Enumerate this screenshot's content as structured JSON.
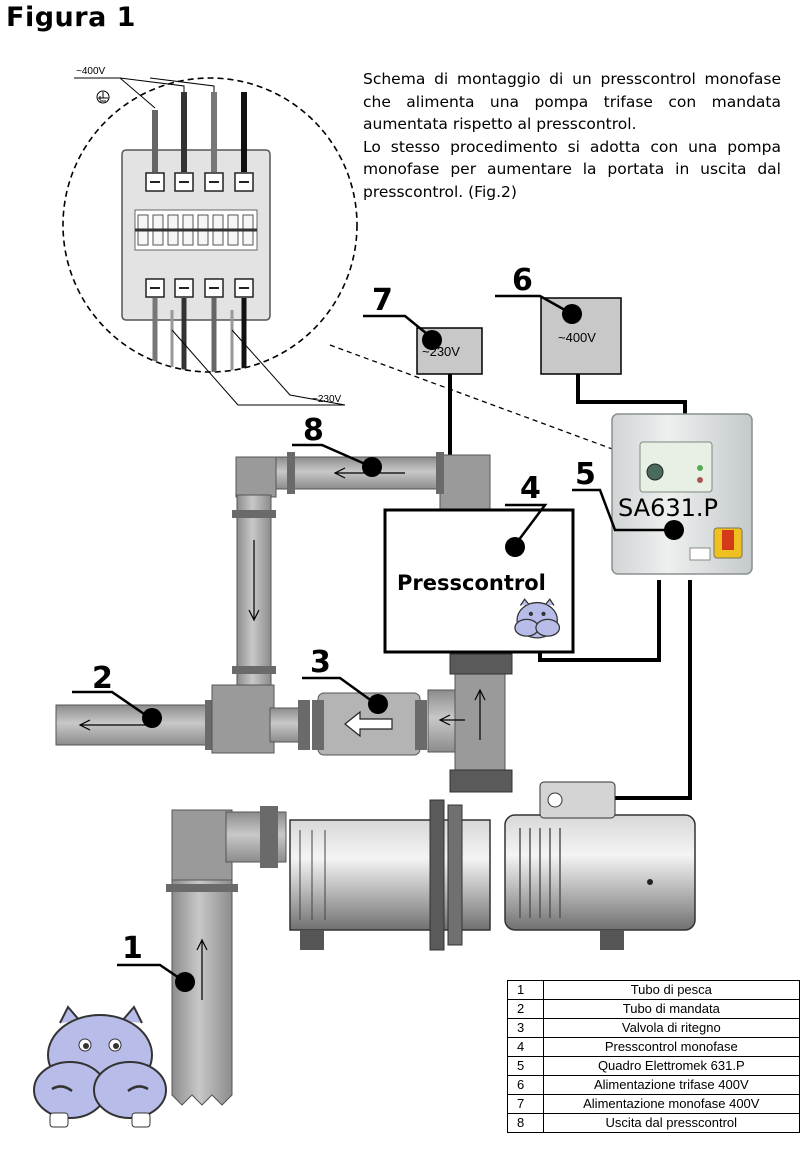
{
  "figure_title": "Figura 1",
  "description": {
    "paragraph_1": "Schema di montaggio di un presscontrol monofase che alimenta una pompa trifase con mandata aumentata rispetto al presscontrol.",
    "paragraph_2": "Lo stesso procedimento si adotta con una pompa monofase per aumentare la portata in uscita dal presscontrol. (Fig.2)"
  },
  "diagram": {
    "detail_voltage_top": "~400V",
    "detail_voltage_bottom": "~230V",
    "supply_7_label": "~230V",
    "supply_6_label": "~400V",
    "presscontrol_label": "Presscontrol",
    "panel_label": "SA631.P",
    "callouts": [
      "1",
      "2",
      "3",
      "4",
      "5",
      "6",
      "7",
      "8"
    ]
  },
  "legend": [
    {
      "num": "1",
      "label": "Tubo di pesca"
    },
    {
      "num": "2",
      "label": "Tubo di mandata"
    },
    {
      "num": "3",
      "label": "Valvola di ritegno"
    },
    {
      "num": "4",
      "label": "Presscontrol monofase"
    },
    {
      "num": "5",
      "label": "Quadro Elettromek 631.P"
    },
    {
      "num": "6",
      "label": "Alimentazione trifase 400V"
    },
    {
      "num": "7",
      "label": "Alimentazione monofase 400V"
    },
    {
      "num": "8",
      "label": "Uscita dal presscontrol"
    }
  ],
  "colors": {
    "pipe": "#a8a8a8",
    "pipe_dark": "#7a7a7a",
    "panel": "#dfe3e3",
    "mascot": "#b8bce8",
    "breaker_red": "#d43a1a",
    "breaker_yellow": "#f0c020"
  }
}
